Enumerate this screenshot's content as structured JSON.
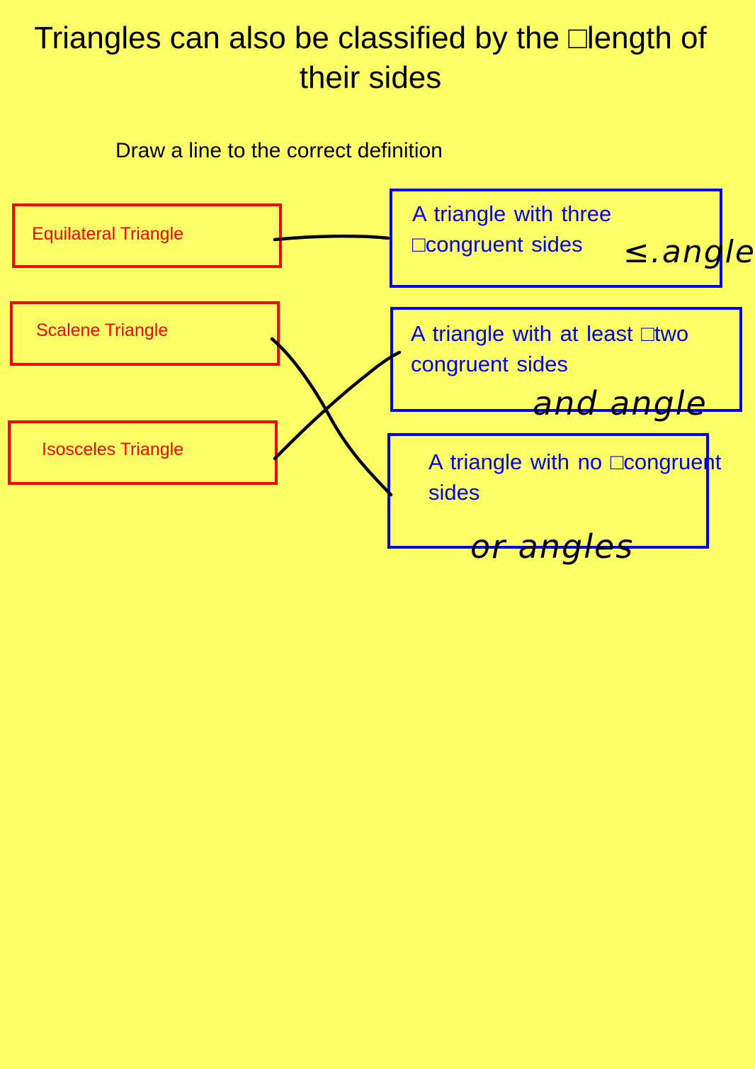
{
  "title": "Triangles can also be classified by the □length of their sides",
  "instruction": "Draw a line to the correct definition",
  "terms": [
    {
      "label": "Equilateral Triangle"
    },
    {
      "label": "Scalene Triangle"
    },
    {
      "label": "Isosceles Triangle"
    }
  ],
  "definitions": [
    {
      "line1": "A triangle with three",
      "line2": "□congruent sides"
    },
    {
      "line1": "A triangle with at least □two",
      "line2": "congruent sides"
    },
    {
      "line1": "A triangle with no □congruent",
      "line2": "sides"
    }
  ],
  "handwriting": {
    "note_1": "≤.angles",
    "note_2": "and angle",
    "note_3": "or angles"
  },
  "colors": {
    "background": "#ffff66",
    "term": "#ff0000",
    "definition": "#0000ff",
    "ink": "#000000"
  }
}
